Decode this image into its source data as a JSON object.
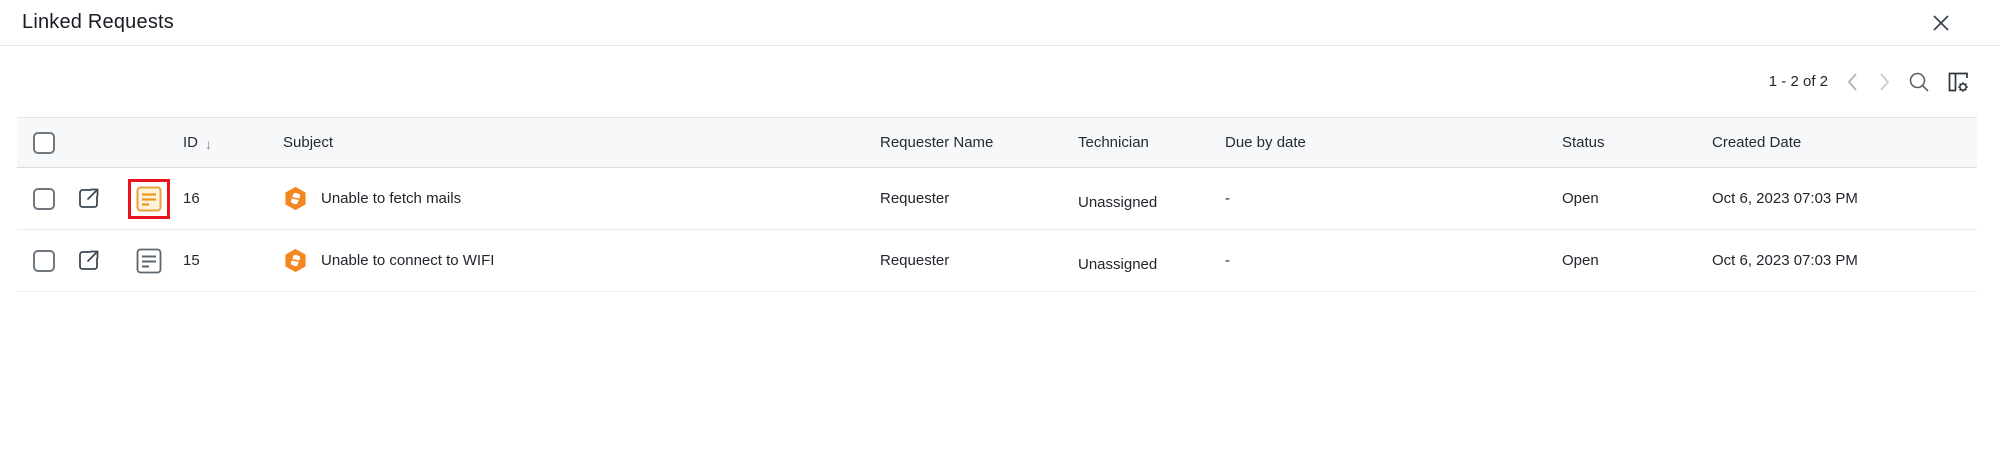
{
  "modal": {
    "title": "Linked Requests"
  },
  "toolbar": {
    "pagination": "1 - 2 of 2"
  },
  "table": {
    "columns": {
      "id": "ID",
      "subject": "Subject",
      "requester": "Requester Name",
      "technician": "Technician",
      "due": "Due by date",
      "status": "Status",
      "created": "Created Date"
    },
    "sort": {
      "column": "ID",
      "direction": "desc",
      "arrow": "↓"
    },
    "rows": [
      {
        "id": "16",
        "subject": "Unable to fetch mails",
        "requester": "Requester",
        "technician": "Unassigned",
        "due": "-",
        "status": "Open",
        "created": "Oct 6, 2023 07:03 PM",
        "doc_icon_highlighted": true
      },
      {
        "id": "15",
        "subject": "Unable to connect to WIFI",
        "requester": "Requester",
        "technician": "Unassigned",
        "due": "-",
        "status": "Open",
        "created": "Oct 6, 2023 07:03 PM",
        "doc_icon_highlighted": false
      }
    ]
  },
  "icons": [
    "close-icon",
    "chevron-left-icon",
    "chevron-right-icon",
    "search-icon",
    "column-settings-icon",
    "external-link-icon",
    "document-icon",
    "request-hexagon-icon",
    "sort-desc-icon",
    "checkbox"
  ],
  "colors": {
    "accent_orange": "#f6861f",
    "highlight_red": "#e8131f",
    "header_bg": "#f7f8f9",
    "icon_slate": "#3c4854"
  }
}
